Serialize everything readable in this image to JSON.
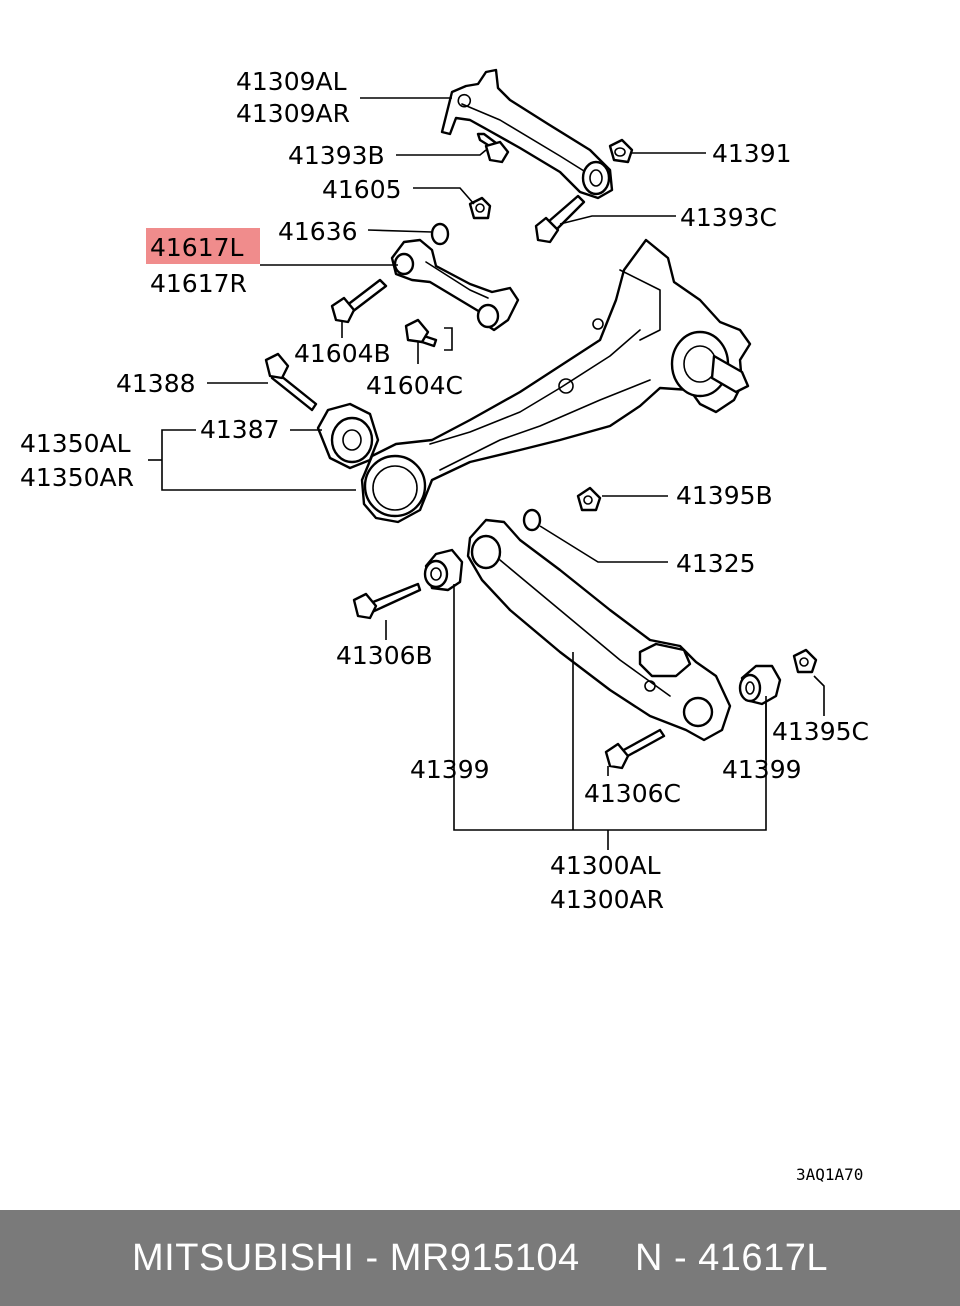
{
  "diagram": {
    "highlight_color": "#f08c8c",
    "labels": {
      "p41309AL": "41309AL",
      "p41309AR": "41309AR",
      "p41393B": "41393B",
      "p41391": "41391",
      "p41605": "41605",
      "p41393C": "41393C",
      "p41636": "41636",
      "p41617L": "41617L",
      "p41617R": "41617R",
      "p41604B": "41604B",
      "p41604C": "41604C",
      "p41388": "41388",
      "p41387": "41387",
      "p41350AL": "41350AL",
      "p41350AR": "41350AR",
      "p41395B": "41395B",
      "p41325": "41325",
      "p41306B": "41306B",
      "p41395C": "41395C",
      "p41399a": "41399",
      "p41399b": "41399",
      "p41306C": "41306C",
      "p41300AL": "41300AL",
      "p41300AR": "41300AR"
    },
    "diagram_code": "3AQ1A70"
  },
  "footer": {
    "text": "MITSUBISHI - MR915104     N - 41617L",
    "background": "#7a7a7a"
  }
}
